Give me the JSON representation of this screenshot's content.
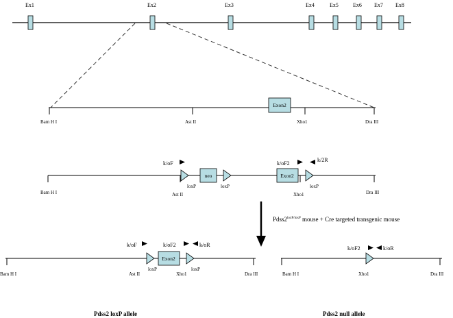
{
  "colors": {
    "feature_fill": "#b7dde3",
    "stroke": "#000000",
    "dashed": "#333333"
  },
  "gene": {
    "exons": [
      "Ex1",
      "Ex2",
      "Ex3",
      "Ex4",
      "Ex5",
      "Ex6",
      "Ex7",
      "Ex8"
    ]
  },
  "wildtype_region": {
    "sites": [
      "Bam H I",
      "Ast II",
      "Xho1",
      "Dra III"
    ],
    "exon_box": "Exon2"
  },
  "targeting_construct": {
    "sites": [
      "Bam H I",
      "Ast II",
      "Xho1",
      "Dra III"
    ],
    "neo_box": "neo",
    "exon_box": "Exon2",
    "loxp": [
      "loxP",
      "loxP",
      "loxP"
    ],
    "primers": [
      "k/oF",
      "k/oF2",
      "k/2R"
    ]
  },
  "cross": {
    "text_before": "Pdss2",
    "superscript": "loxP/loxP",
    "text_after": " mouse + Cre targeted transgenic mouse"
  },
  "loxp_allele": {
    "sites": [
      "Bam H I",
      "Ast II",
      "Xho1",
      "Dra III"
    ],
    "exon_box": "Exon2",
    "loxp": [
      "loxP",
      "loxP"
    ],
    "primers": [
      "k/oF",
      "k/oF2",
      "k/oR"
    ],
    "caption": "Pdss2  loxP  allele"
  },
  "null_allele": {
    "sites": [
      "Bam H I",
      "Xho1",
      "Dra III"
    ],
    "primers": [
      "k/oF2",
      "k/oR"
    ],
    "caption": "Pdss2 null  allele"
  }
}
